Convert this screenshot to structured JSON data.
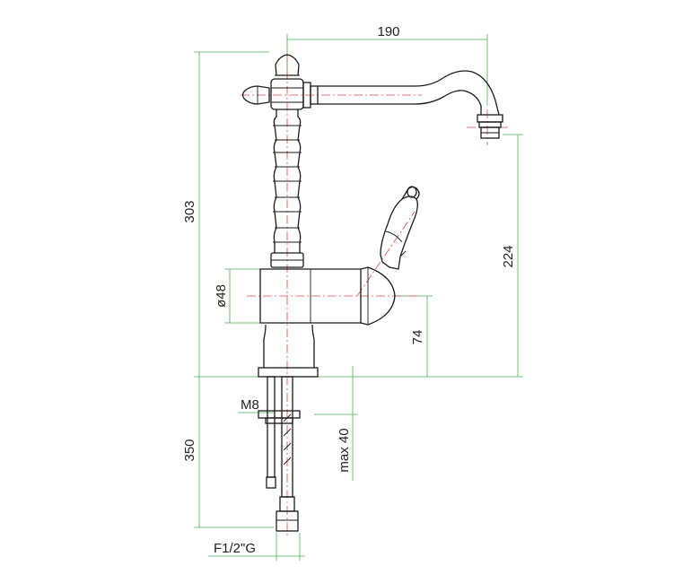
{
  "dimensions": {
    "spout_reach": "190",
    "total_height": "303",
    "spout_height": "224",
    "body_diameter": "ø48",
    "lever_height": "74",
    "thread": "M8",
    "max_deck": "max 40",
    "hose_length": "350",
    "connection": "F1/2\"G"
  },
  "colors": {
    "outline": "#1a1a1a",
    "centerline": "#e24848",
    "dimension": "#4caf50"
  }
}
